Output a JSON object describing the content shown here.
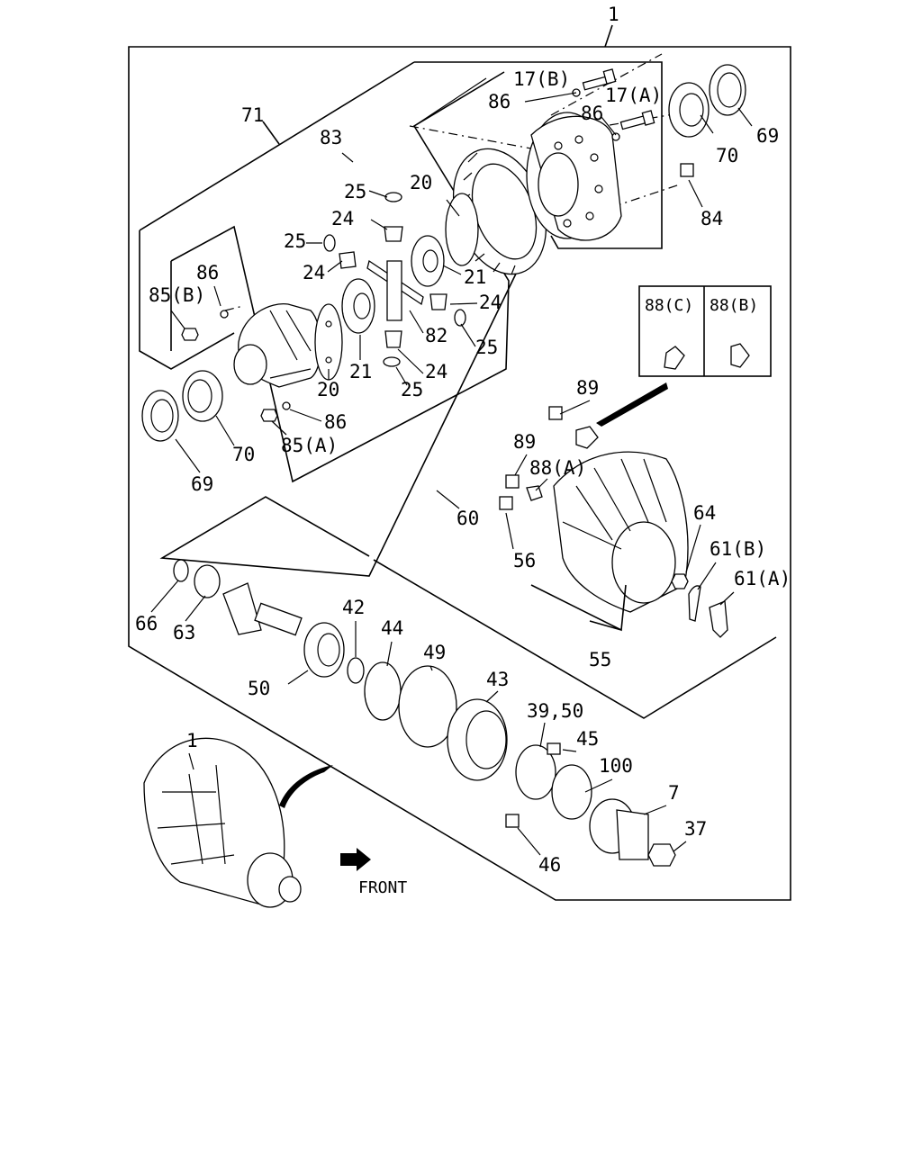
{
  "callouts": {
    "c1_top": "1",
    "c17b": "17(B)",
    "c86_a": "86",
    "c17a": "17(A)",
    "c86_b": "86",
    "c71": "71",
    "c83": "83",
    "c69_r": "69",
    "c70_r": "70",
    "c84": "84",
    "c25_a": "25",
    "c20_a": "20",
    "c24_a": "24",
    "c25_b": "25",
    "c24_b": "24",
    "c21_a": "21",
    "c86_c": "86",
    "c85b": "85(B)",
    "c24_c": "24",
    "c82": "82",
    "c25_c": "25",
    "c21_b": "21",
    "c20_b": "20",
    "c24_d": "24",
    "c25_d": "25",
    "c86_d": "86",
    "c85a": "85(A)",
    "c70_l": "70",
    "c69_l": "69",
    "c88c": "88(C)",
    "c88b": "88(B)",
    "c89_a": "89",
    "c89_b": "89",
    "c88a": "88(A)",
    "c60": "60",
    "c64": "64",
    "c61b": "61(B)",
    "c61a": "61(A)",
    "c56": "56",
    "c55": "55",
    "c66": "66",
    "c63": "63",
    "c42": "42",
    "c44": "44",
    "c49": "49",
    "c50": "50",
    "c43": "43",
    "c39_50": "39,50",
    "c45": "45",
    "c100": "100",
    "c7": "7",
    "c37": "37",
    "c46": "46",
    "c1_bottom": "1",
    "front": "FRONT"
  }
}
